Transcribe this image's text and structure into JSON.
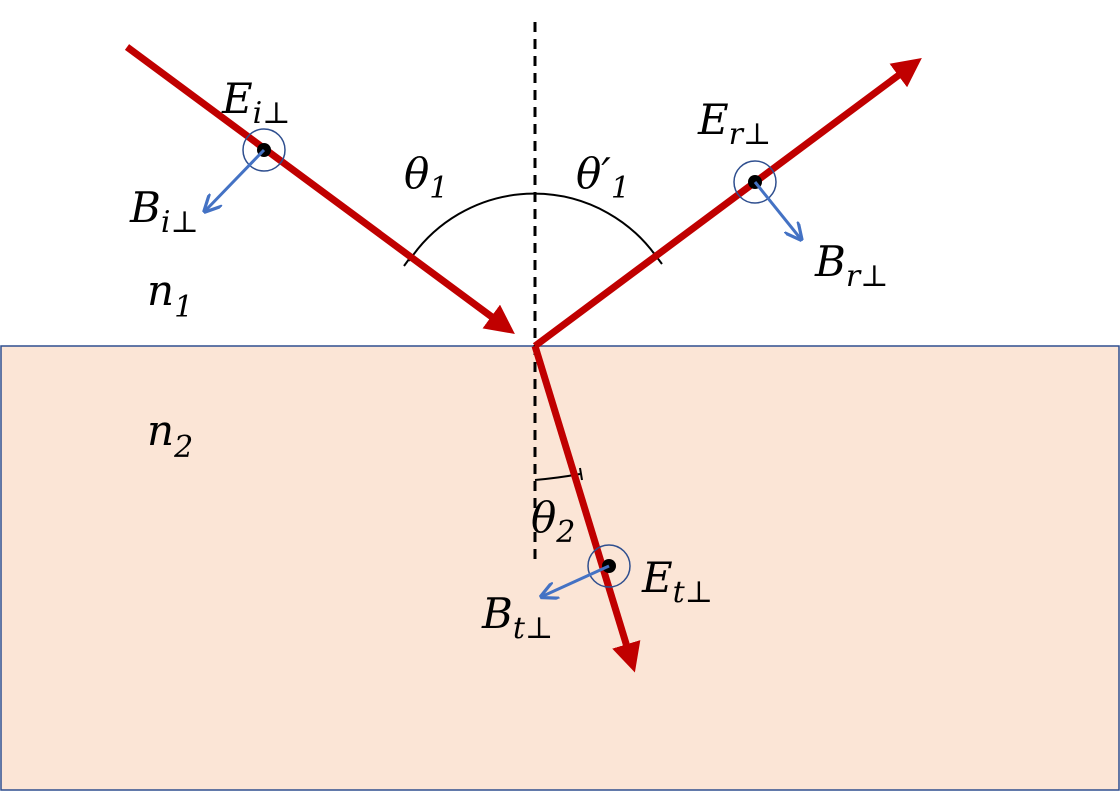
{
  "media": {
    "n1": {
      "symbol": "n",
      "sub": "1"
    },
    "n2": {
      "symbol": "n",
      "sub": "2"
    }
  },
  "angles": {
    "incident": {
      "symbol": "θ",
      "sub": "1"
    },
    "reflected": {
      "symbol": "θ′",
      "sub": "1"
    },
    "refracted": {
      "symbol": "θ",
      "sub": "2"
    }
  },
  "fields": {
    "E_incident": {
      "symbol": "E",
      "sub": "i",
      "perp": "⊥"
    },
    "B_incident": {
      "symbol": "B",
      "sub": "i",
      "perp": "⊥"
    },
    "E_reflected": {
      "symbol": "E",
      "sub": "r",
      "perp": "⊥"
    },
    "B_reflected": {
      "symbol": "B",
      "sub": "r",
      "perp": "⊥"
    },
    "E_transmitted": {
      "symbol": "E",
      "sub": "t",
      "perp": "⊥"
    },
    "B_transmitted": {
      "symbol": "B",
      "sub": "t",
      "perp": "⊥"
    }
  },
  "colors": {
    "ray": "#c00000",
    "b_vector": "#4472c4",
    "e_marker_ring": "#2f4f8f",
    "medium2_fill": "#fbe5d6",
    "medium2_border": "#2f4f8f",
    "normal_line": "#000000"
  }
}
